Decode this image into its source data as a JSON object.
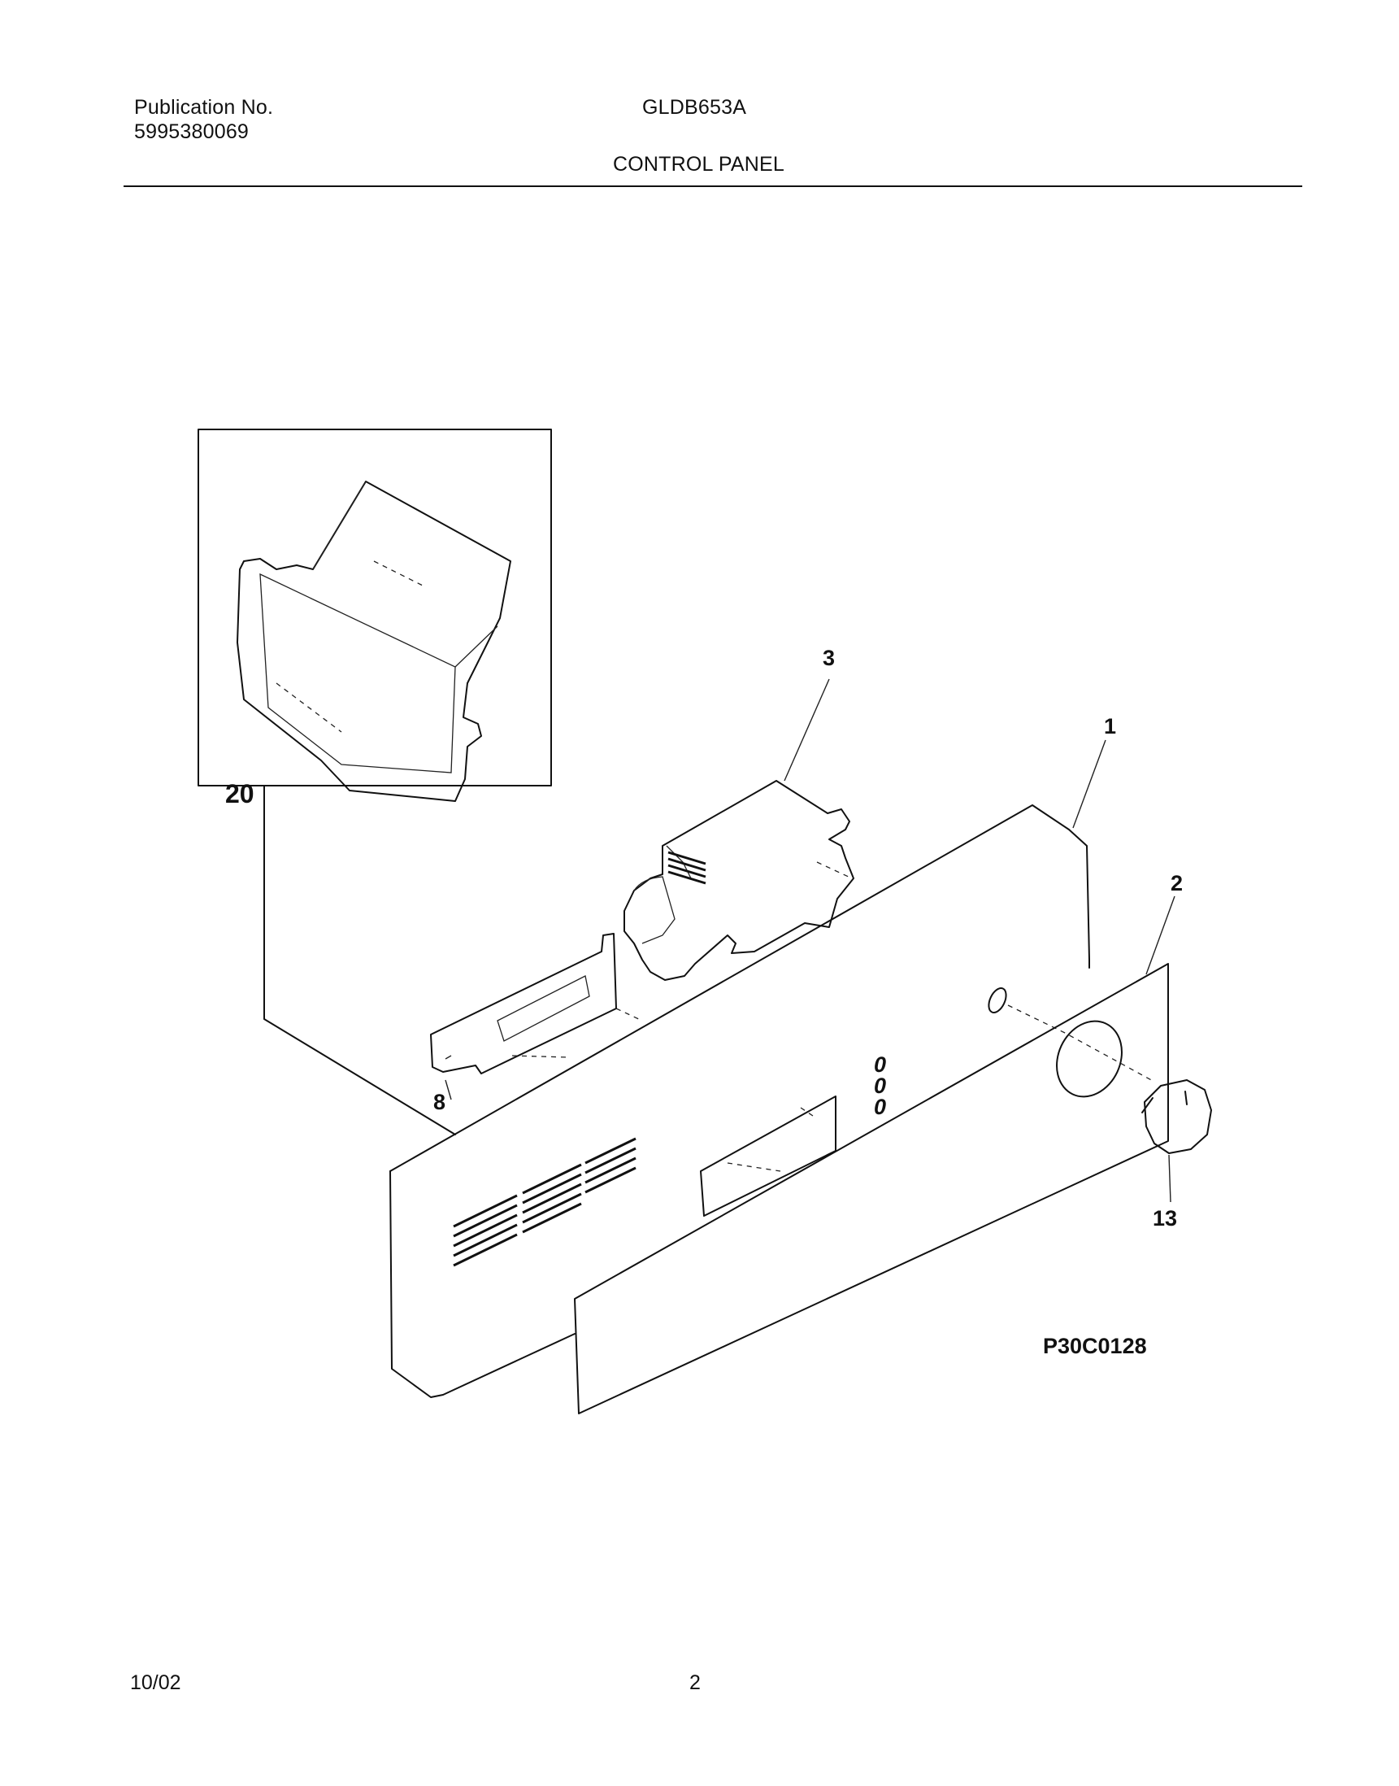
{
  "header": {
    "publication_label": "Publication No.",
    "publication_number": "5995380069",
    "model": "GLDB653A",
    "section_title": "CONTROL PANEL"
  },
  "diagram": {
    "callouts": {
      "c1": "1",
      "c2": "2",
      "c3": "3",
      "c8": "8",
      "c13": "13",
      "c20": "20"
    },
    "led_labels": [
      "0",
      "0",
      "0"
    ],
    "diagram_code": "P30C0128"
  },
  "footer": {
    "date": "10/02",
    "page": "2"
  }
}
